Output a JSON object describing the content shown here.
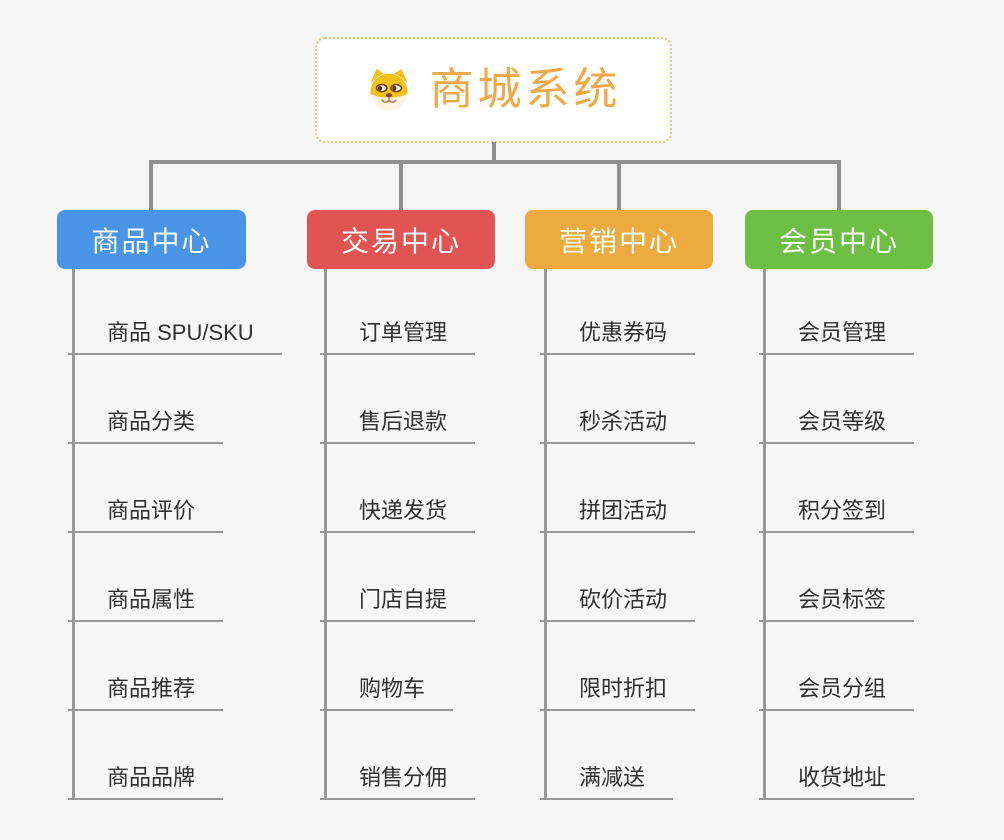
{
  "root": {
    "title": "商城系统",
    "icon": "shiba-dog-face-icon"
  },
  "branches": [
    {
      "label": "商品中心",
      "color": "#4a94e8",
      "items": [
        "商品 SPU/SKU",
        "商品分类",
        "商品评价",
        "商品属性",
        "商品推荐",
        "商品品牌"
      ]
    },
    {
      "label": "交易中心",
      "color": "#e25451",
      "items": [
        "订单管理",
        "售后退款",
        "快递发货",
        "门店自提",
        "购物车",
        "销售分佣"
      ]
    },
    {
      "label": "营销中心",
      "color": "#ecaa3f",
      "items": [
        "优惠券码",
        "秒杀活动",
        "拼团活动",
        "砍价活动",
        "限时折扣",
        "满减送"
      ]
    },
    {
      "label": "会员中心",
      "color": "#6cbe45",
      "items": [
        "会员管理",
        "会员等级",
        "积分签到",
        "会员标签",
        "会员分组",
        "收货地址"
      ]
    }
  ],
  "colors": {
    "bg": "#f6f6f6",
    "connector": "#8f8f8f",
    "underline": "#979797",
    "root-border": "#f3c078",
    "root-title": "#f0a846",
    "item-text": "#303030",
    "header-text": "#ffffff"
  }
}
